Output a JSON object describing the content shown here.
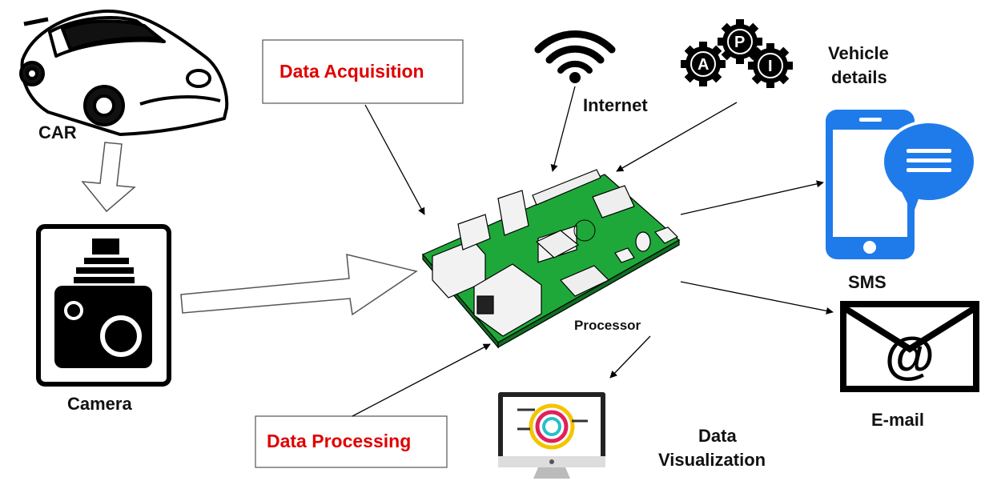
{
  "labels": {
    "car": "CAR",
    "camera": "Camera",
    "internet": "Internet",
    "vehicle_details_line1": "Vehicle",
    "vehicle_details_line2": "details",
    "sms": "SMS",
    "email": "E-mail",
    "processor": "Processor",
    "data_visualization_line1": "Data",
    "data_visualization_line2": "Visualization"
  },
  "boxes": {
    "data_acquisition": "Data Acquisition",
    "data_processing": "Data Processing"
  },
  "api_gear_letters": [
    "A",
    "P",
    "I"
  ],
  "email_symbol": "@",
  "colors": {
    "box_text": "#e00000",
    "board_green": "#1fa83a",
    "sms_blue": "#1f7bea",
    "text": "#111111"
  }
}
